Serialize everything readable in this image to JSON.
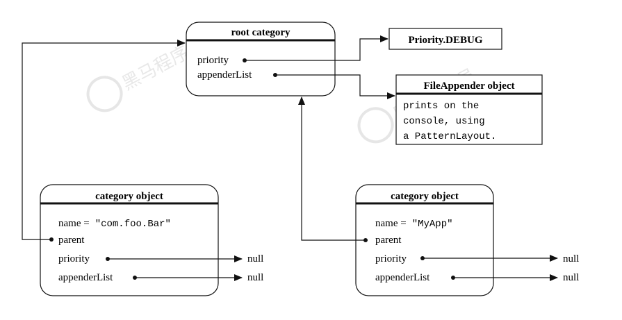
{
  "root_category": {
    "title": "root category",
    "fields": [
      "priority",
      "appenderList"
    ]
  },
  "priority_debug": {
    "label": "Priority.DEBUG"
  },
  "file_appender": {
    "title": "FileAppender object",
    "lines": [
      "prints on the",
      "console, using",
      "a PatternLayout."
    ]
  },
  "category_left": {
    "title": "category object",
    "name_prefix": "name =",
    "name_value": "\"com.foo.Bar\"",
    "fields": [
      "parent",
      "priority",
      "appenderList"
    ],
    "null_labels": [
      "null",
      "null"
    ]
  },
  "category_right": {
    "title": "category object",
    "name_prefix": "name =",
    "name_value": "\"MyApp\"",
    "fields": [
      "parent",
      "priority",
      "appenderList"
    ],
    "null_labels": [
      "null",
      "null"
    ]
  },
  "watermark": {
    "text": "黑马程序员"
  }
}
